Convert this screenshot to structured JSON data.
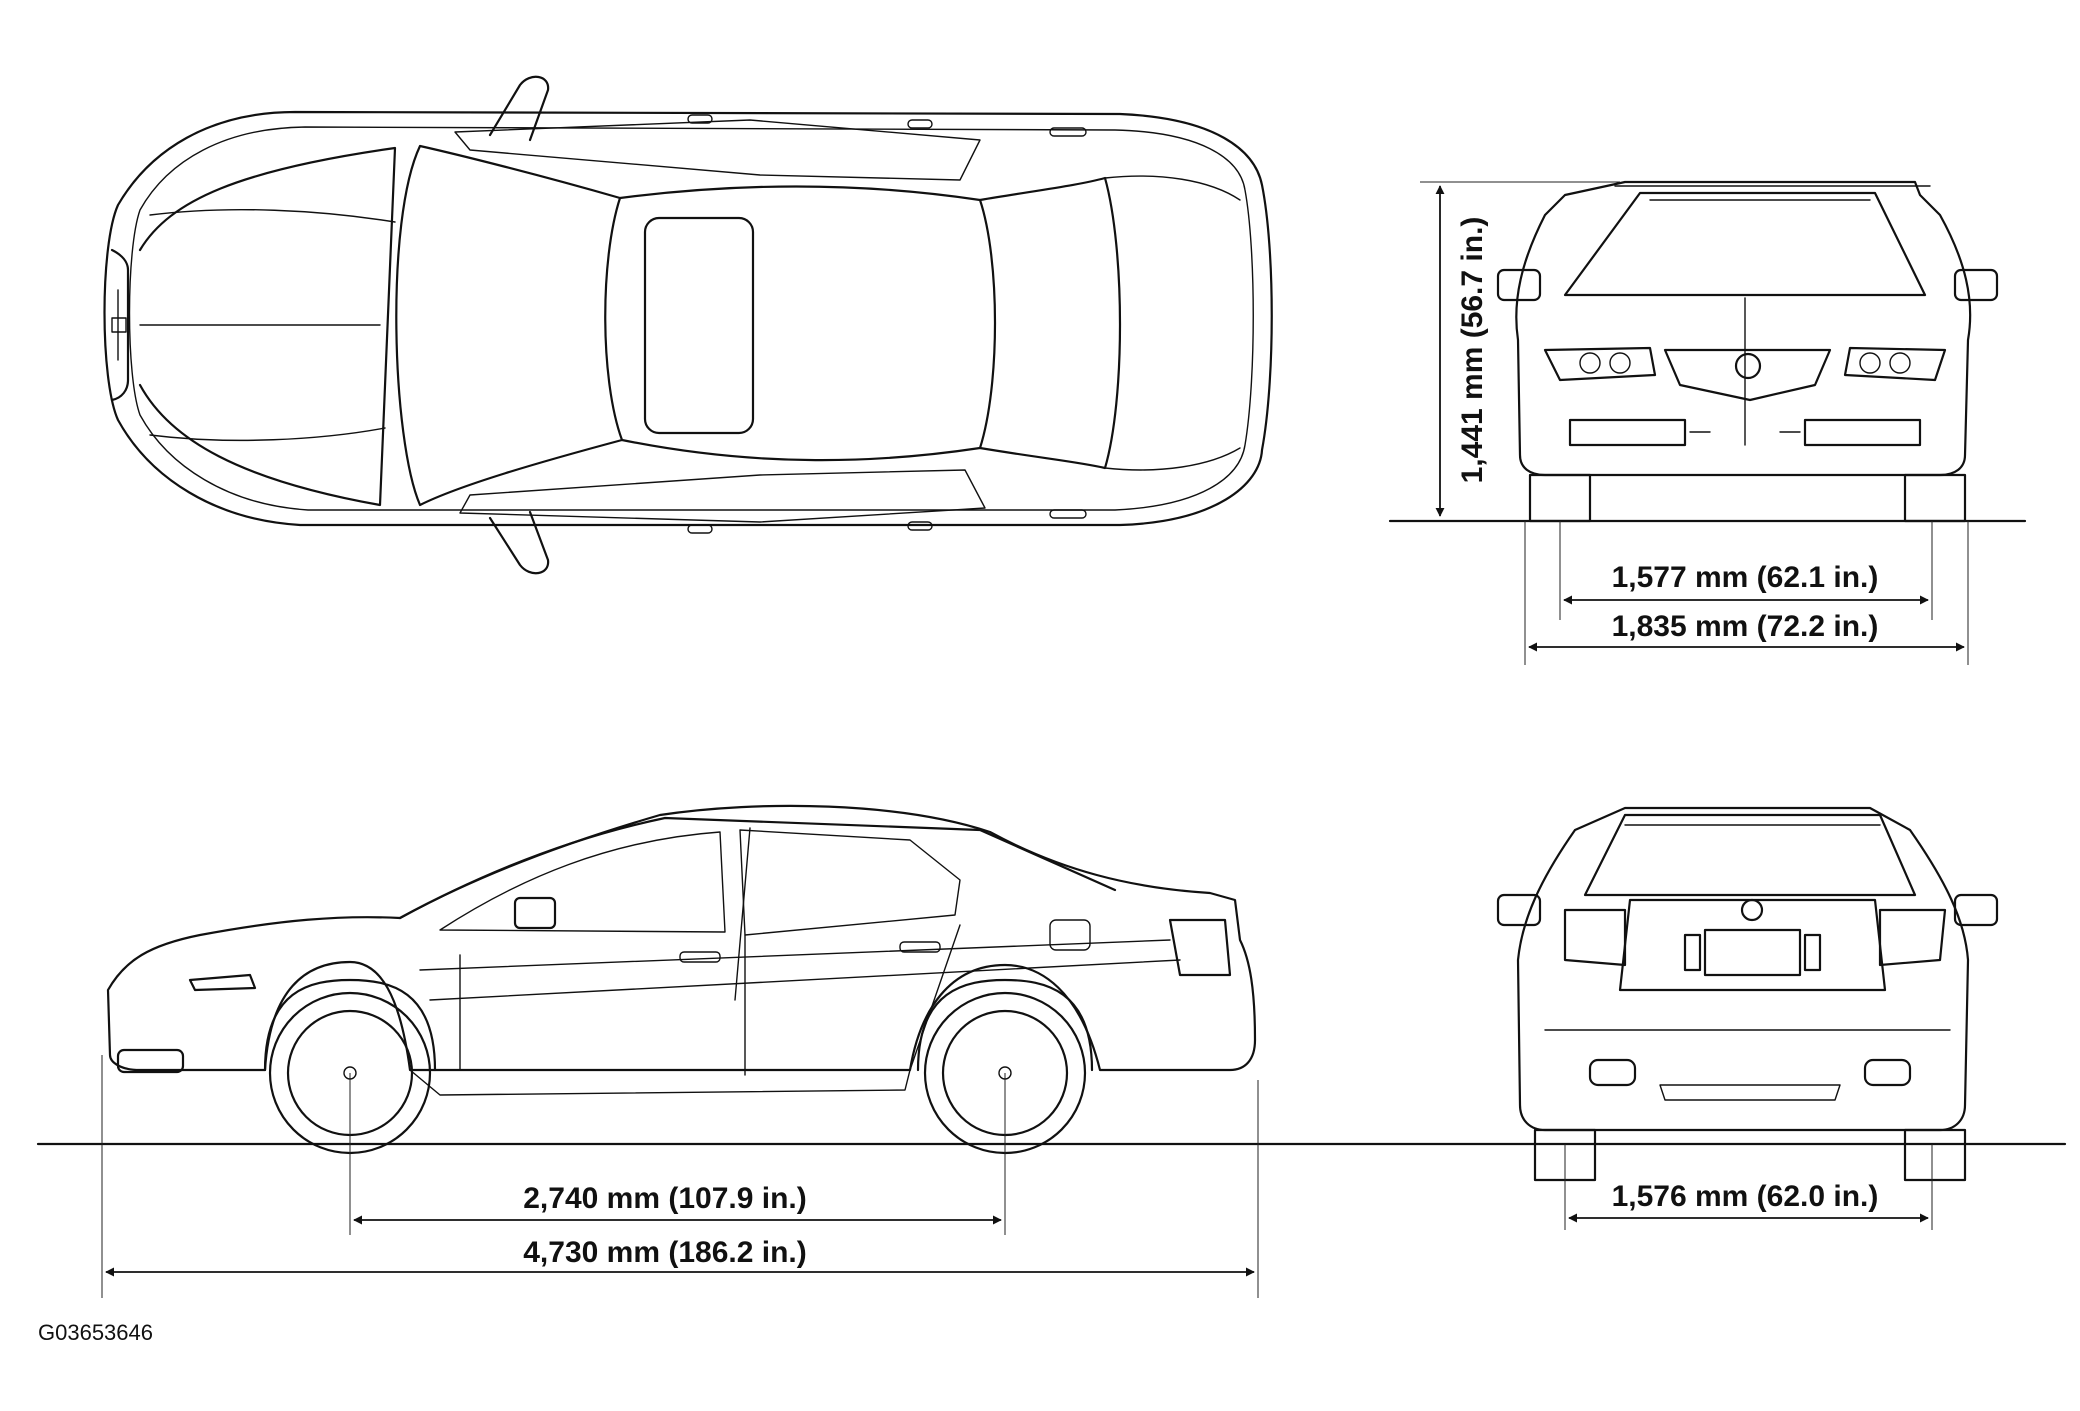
{
  "dimensions": {
    "overall_height": "1,441 mm (56.7 in.)",
    "front_track": "1,577 mm (62.1 in.)",
    "overall_width": "1,835 mm (72.2 in.)",
    "wheelbase": "2,740 mm (107.9 in.)",
    "overall_length": "4,730 mm (186.2 in.)",
    "rear_track": "1,576 mm (62.0 in.)"
  },
  "figure_code": "G03653646"
}
